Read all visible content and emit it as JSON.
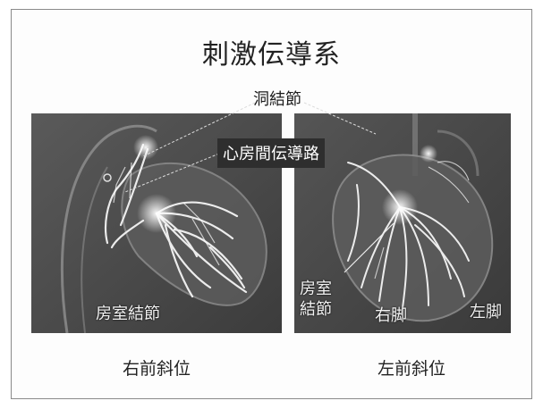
{
  "slide": {
    "title": "刺激伝導系"
  },
  "callouts": {
    "sa_node": "洞結節",
    "internodal_pathway": "心房間伝導路"
  },
  "left_figure": {
    "av_node_label": "房室結節",
    "caption": "右前斜位"
  },
  "right_figure": {
    "av_node_label_line1": "房室",
    "av_node_label_line2": "結節",
    "right_bundle_label": "右脚",
    "left_bundle_label": "左脚",
    "caption": "左前斜位"
  }
}
